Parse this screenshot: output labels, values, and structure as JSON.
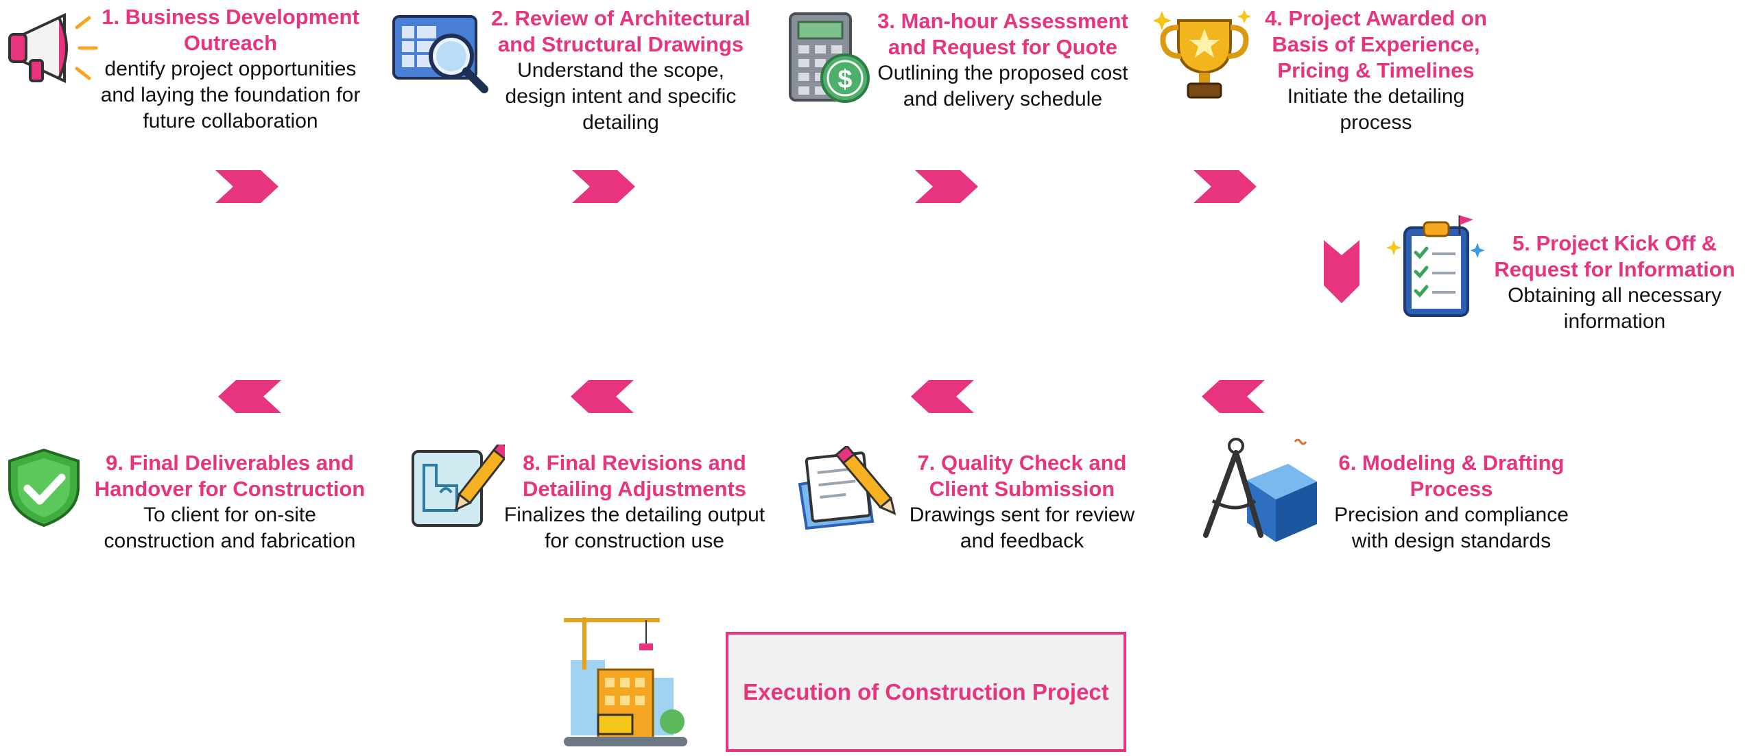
{
  "colors": {
    "accent": "#e8347f",
    "text": "#111111",
    "box_bg": "#f1f1f1"
  },
  "steps": [
    {
      "icon": "megaphone-icon",
      "title": "1. Business Development\nOutreach",
      "desc": "dentify project opportunities\nand laying the foundation for\nfuture collaboration"
    },
    {
      "icon": "blueprint-magnifier-icon",
      "title": "2. Review of Architectural\nand Structural Drawings",
      "desc": "Understand the scope,\ndesign intent and specific\ndetailing"
    },
    {
      "icon": "calculator-dollar-icon",
      "title": "3. Man-hour Assessment\nand Request for Quote",
      "desc": "Outlining the proposed cost\nand delivery schedule"
    },
    {
      "icon": "trophy-icon",
      "title": "4. Project Awarded on\nBasis of  Experience,\nPricing & Timelines",
      "desc": "Initiate the detailing\nprocess"
    },
    {
      "icon": "clipboard-checklist-icon",
      "title": "5. Project Kick Off &\nRequest for Information",
      "desc": "Obtaining all necessary\ninformation"
    },
    {
      "icon": "compass-cube-icon",
      "title": "6. Modeling & Drafting\nProcess",
      "desc": "Precision and compliance\nwith design standards"
    },
    {
      "icon": "documents-pencil-icon",
      "title": "7. Quality Check and\nClient Submission",
      "desc": "Drawings sent for review\nand feedback"
    },
    {
      "icon": "drawing-pencil-icon",
      "title": "8. Final Revisions and\nDetailing Adjustments",
      "desc": "Finalizes the detailing output\nfor construction use"
    },
    {
      "icon": "shield-check-icon",
      "title": "9. Final Deliverables and\nHandover for Construction",
      "desc": "To client for on-site\nconstruction and fabrication"
    }
  ],
  "final": {
    "icon": "construction-site-icon",
    "label": "Execution of Construction Project"
  }
}
